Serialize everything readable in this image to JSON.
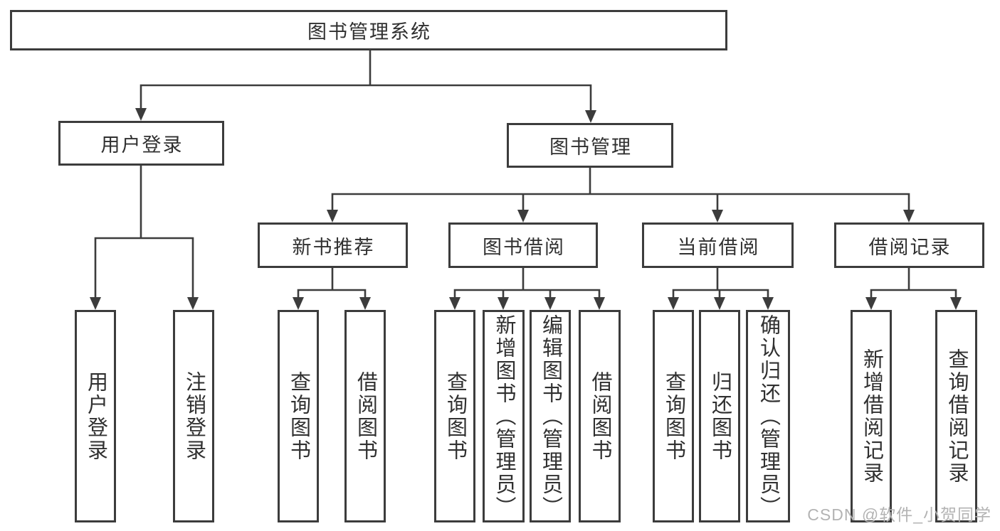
{
  "colors": {
    "line": "#3c3c3c",
    "text": "#303030",
    "background": "#ffffff",
    "watermark": "#b3b3b3"
  },
  "watermark": {
    "text": "CSDN @软件_小贺同学"
  },
  "tree": {
    "label": "图书管理系统",
    "children": [
      {
        "label": "用户登录",
        "children": [
          {
            "label": "用户登录"
          },
          {
            "label": "注销登录"
          }
        ]
      },
      {
        "label": "图书管理",
        "children": [
          {
            "label": "新书推荐",
            "children": [
              {
                "label": "查询图书"
              },
              {
                "label": "借阅图书"
              }
            ]
          },
          {
            "label": "图书借阅",
            "children": [
              {
                "label": "查询图书"
              },
              {
                "label": "新增图书（管理员）"
              },
              {
                "label": "编辑图书（管理员）"
              },
              {
                "label": "借阅图书"
              }
            ]
          },
          {
            "label": "当前借阅",
            "children": [
              {
                "label": "查询图书"
              },
              {
                "label": "归还图书"
              },
              {
                "label": "确认归还（管理员）"
              }
            ]
          },
          {
            "label": "借阅记录",
            "children": [
              {
                "label": "新增借阅记录"
              },
              {
                "label": "查询借阅记录"
              }
            ]
          }
        ]
      }
    ]
  }
}
